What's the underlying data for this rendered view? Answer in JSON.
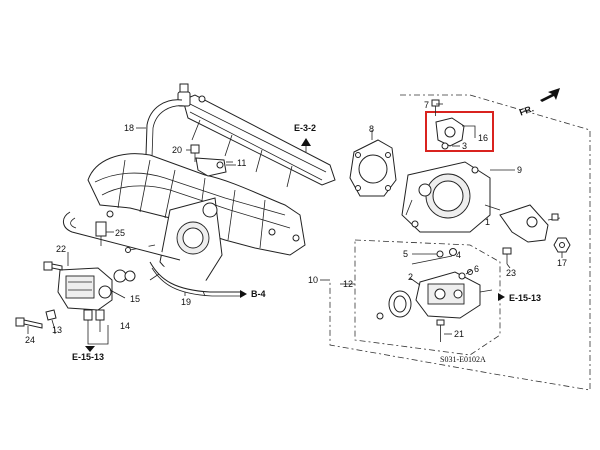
{
  "diagram": {
    "part_numbers": [
      "1",
      "2",
      "3",
      "4",
      "5",
      "6",
      "7",
      "8",
      "9",
      "10",
      "11",
      "12",
      "13",
      "14",
      "15",
      "16",
      "17",
      "18",
      "19",
      "20",
      "21",
      "22",
      "23",
      "24",
      "25"
    ],
    "references": {
      "e32": "E-3-2",
      "b4": "B-4",
      "e1513_right": "E-15-13",
      "e1513_left": "E-15-13"
    },
    "front_marker": "FR.",
    "drawing_code": "S031-E0102A",
    "highlight_color": "#d9231f"
  }
}
